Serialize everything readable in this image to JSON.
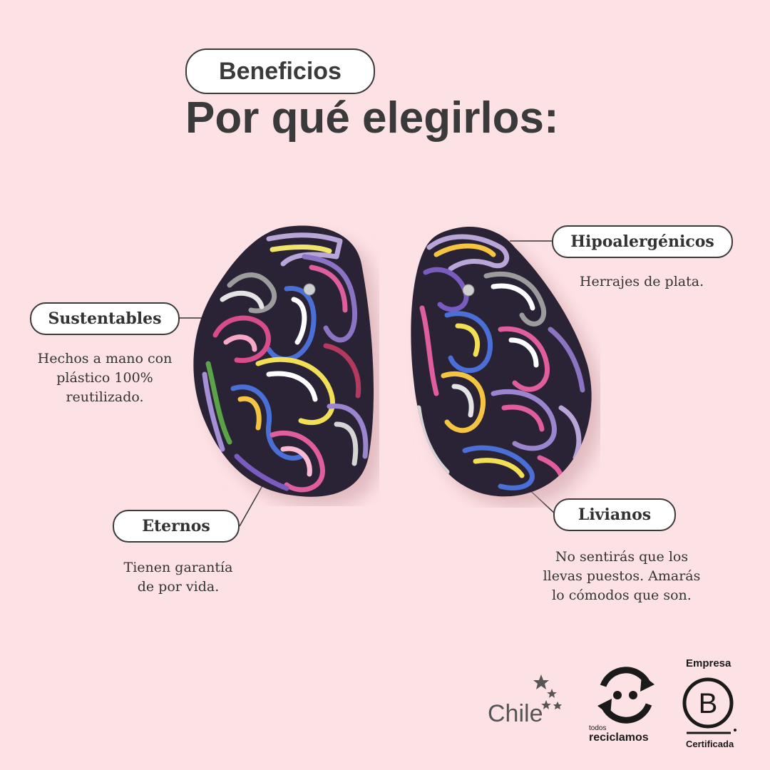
{
  "header": {
    "badge": "Beneficios",
    "title": "Por qué elegirlos:"
  },
  "benefits": [
    {
      "label": "Sustentables",
      "text": "Hechos a mano con\nplástico 100%\nreutilizado."
    },
    {
      "label": "Hipoalergénicos",
      "text": "Herrajes de plata."
    },
    {
      "label": "Eternos",
      "text": "Tienen garantía\nde por vida."
    },
    {
      "label": "Livianos",
      "text": "No sentirás que los\nllevas puestos. Amarás\nlo cómodos que son."
    }
  ],
  "logos": {
    "chile": "Chile",
    "reciclamos_small": "todos",
    "reciclamos": "reciclamos",
    "bcorp_top": "Empresa",
    "bcorp_bottom": "Certificada"
  },
  "colors": {
    "background": "#fde2e5",
    "text": "#333333"
  }
}
